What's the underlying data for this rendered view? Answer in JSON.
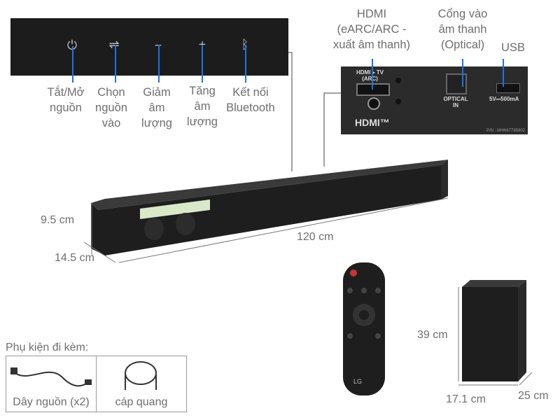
{
  "controls_panel": {
    "buttons": [
      {
        "icon": "power-icon",
        "glyph": "⏻",
        "label_lines": [
          "Tắt/Mở",
          "nguồn"
        ]
      },
      {
        "icon": "input-source-icon",
        "glyph": "⇌",
        "label_lines": [
          "Chọn",
          "nguồn",
          "vào"
        ]
      },
      {
        "icon": "volume-down-icon",
        "glyph": "−",
        "label_lines": [
          "Giảm",
          "âm",
          "lượng"
        ]
      },
      {
        "icon": "volume-up-icon",
        "glyph": "+",
        "label_lines": [
          "Tăng",
          "âm",
          "lượng"
        ]
      },
      {
        "icon": "bluetooth-icon",
        "glyph": "ᛒ",
        "label_lines": [
          "Kết nối",
          "Bluetooth"
        ]
      }
    ]
  },
  "ports_panel": {
    "labels": {
      "hdmi": [
        "HDMI",
        "(eARC/ARC -",
        "xuất âm thanh)"
      ],
      "optical": [
        "Cổng vào",
        "âm thanh",
        "(Optical)"
      ],
      "usb": [
        "USB"
      ]
    },
    "printed": {
      "hdmi_port": "HDMI ▸ TV",
      "hdmi_arc": "(ARC)",
      "optical_line1": "OPTICAL",
      "optical_line2": "IN",
      "usb_rating": "5V⎓500mA",
      "hdmi_logo": "HDMI™",
      "part_number": "P/N : MHK67785802"
    }
  },
  "dimensions": {
    "soundbar_height": "9.5 cm",
    "soundbar_depth": "14.5 cm",
    "soundbar_width": "120 cm",
    "sub_height": "39 cm",
    "sub_width": "17.1 cm",
    "sub_depth": "25 cm"
  },
  "remote": {
    "brand": "LG"
  },
  "accessories": {
    "title": "Phụ kiện đi kèm:",
    "items": [
      {
        "icon": "power-cord-icon",
        "label": "Dây nguồn (x2)"
      },
      {
        "icon": "optical-cable-icon",
        "label": "cáp quang"
      }
    ]
  },
  "colors": {
    "callout_line": "#1a73e8",
    "device": "#1c1c1c",
    "text": "#6f6f6f"
  }
}
